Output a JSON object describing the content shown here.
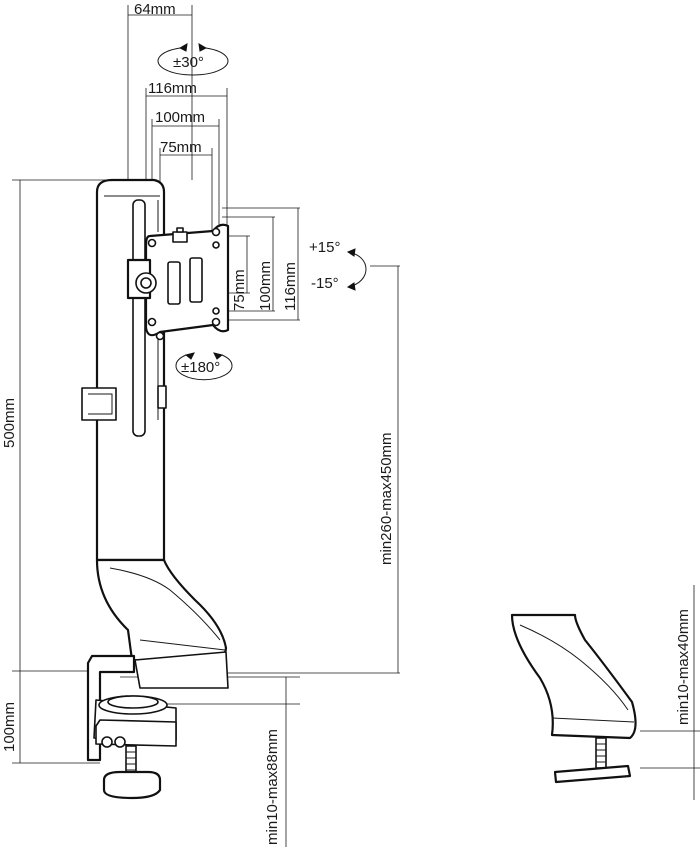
{
  "dimensions": {
    "d64": "64mm",
    "d116_top": "116mm",
    "d100_top": "100mm",
    "d75_top": "75mm",
    "d75_side": "75mm",
    "d100_side": "100mm",
    "d116_side": "116mm",
    "d500": "500mm",
    "d100_clamp": "100mm",
    "height_range": "min260-max450mm",
    "clamp_range": "min10-max88mm",
    "grommet_range": "min10-max40mm"
  },
  "rotations": {
    "swivel": "±30°",
    "tilt_up": "+15°",
    "tilt_down": "-15°",
    "rotate": "±180°"
  },
  "colors": {
    "line": "#1a1a1a",
    "background": "#ffffff"
  }
}
